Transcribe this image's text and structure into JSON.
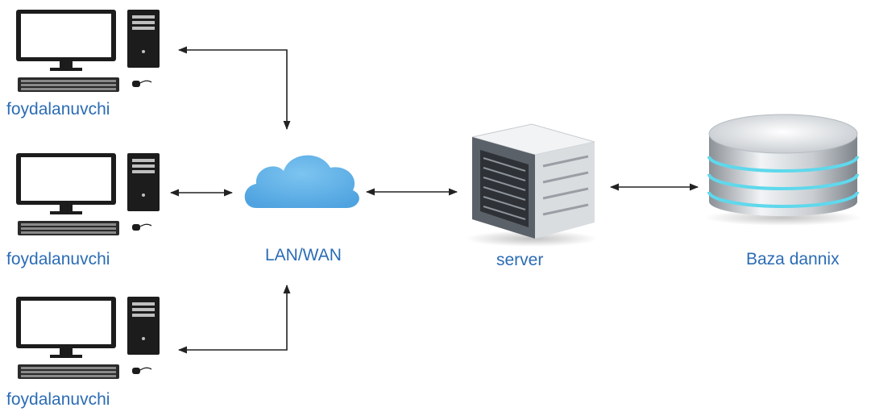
{
  "clients": [
    {
      "label": "foydalanuvchi"
    },
    {
      "label": "foydalanuvchi"
    },
    {
      "label": "foydalanuvchi"
    }
  ],
  "network": {
    "label": "LAN/WAN",
    "icon": "cloud-icon",
    "color": "#5aaee6"
  },
  "server": {
    "label": "server",
    "icon": "server-icon"
  },
  "database": {
    "label": "Baza dannix",
    "icon": "database-icon",
    "ring_color": "#5fd8ec"
  },
  "label_color": "#2b6cb5"
}
